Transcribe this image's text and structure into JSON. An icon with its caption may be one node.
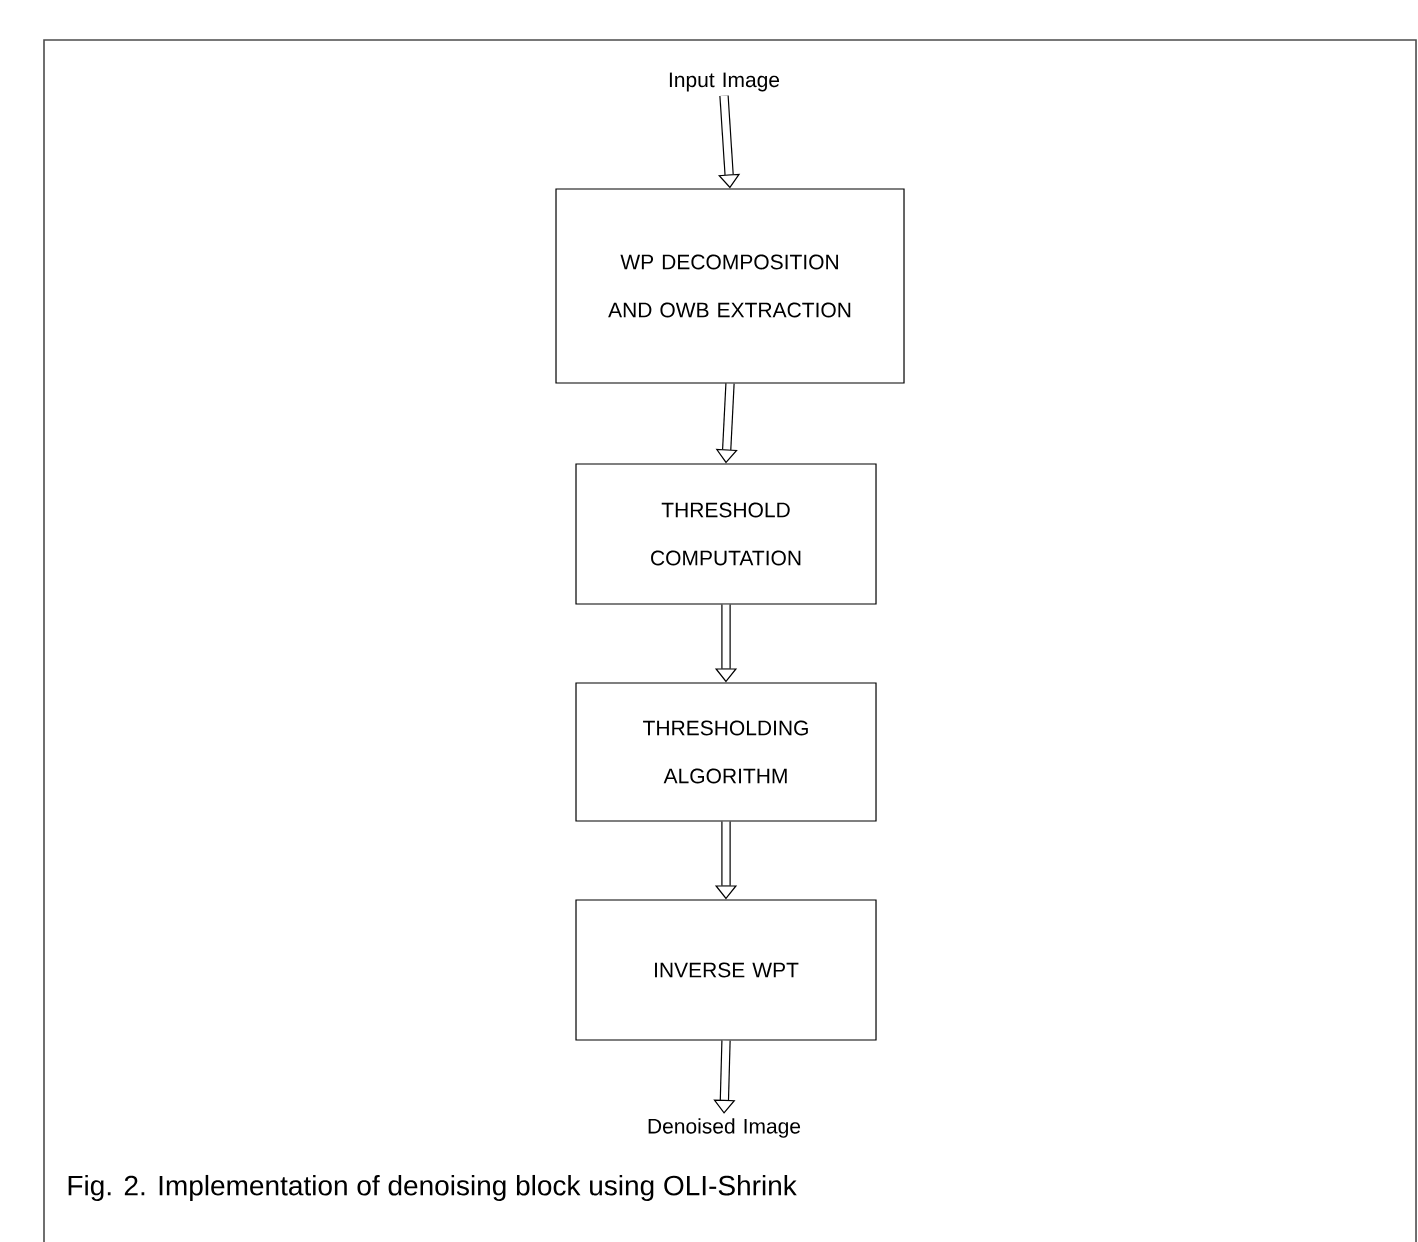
{
  "diagram": {
    "caption": "Fig. 2. Implementation of denoising block using OLI-Shrink",
    "nodes": [
      {
        "text": [
          "Input Image"
        ]
      },
      {
        "text": [
          "WP DECOMPOSITION AND OWB EXTRACTION"
        ]
      },
      {
        "text": [
          "THRESHOLD COMPUTATION"
        ]
      },
      {
        "text": [
          "THRESHOLDING ALGORITHM"
        ]
      },
      {
        "text": [
          "INVERSE WPT"
        ]
      },
      {
        "text": [
          "Denoised Image"
        ]
      }
    ],
    "edges": [
      {
        "from": 0,
        "to": 1,
        "arrow": "to"
      },
      {
        "from": 1,
        "to": 2,
        "arrow": "to"
      },
      {
        "from": 2,
        "to": 3,
        "arrow": "to"
      },
      {
        "from": 3,
        "to": 4,
        "arrow": "to"
      },
      {
        "from": 4,
        "to": 5,
        "arrow": "to"
      }
    ]
  }
}
